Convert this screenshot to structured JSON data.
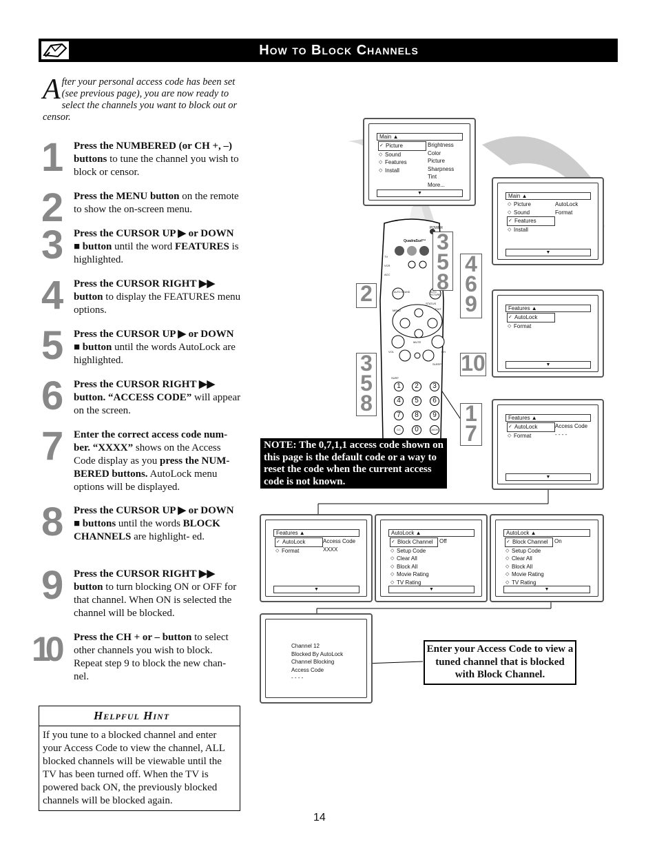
{
  "header": {
    "title": "How to Block Channels"
  },
  "intro": {
    "cap": "A",
    "text": "fter your personal access code has been set (see previous page), you are now ready to select the channels you want to block out or censor."
  },
  "steps": [
    {
      "num": "1",
      "html": "<b>Press the NUMBERED (or CH +, –) buttons</b> to tune the channel you wish to block or censor."
    },
    {
      "num": "2",
      "html": "<b>Press the MENU button</b> on the remote to show the on-screen menu."
    },
    {
      "num": "3",
      "html": "<b>Press the CURSOR UP ▶ or DOWN ■ button</b> until the word <b>FEATURES</b> is highlighted."
    },
    {
      "num": "4",
      "html": "<b>Press the CURSOR RIGHT ▶▶ button</b> to display the FEATURES menu options."
    },
    {
      "num": "5",
      "html": "<b>Press the CURSOR UP ▶ or DOWN ■ button</b> until the words AutoLock are highlighted."
    },
    {
      "num": "6",
      "html": "<b>Press the CURSOR RIGHT ▶▶ button. “ACCESS CODE”</b> will appear on the screen."
    },
    {
      "num": "7",
      "html": "<b>Enter the correct access code num- ber. “XXXX”</b> shows on the Access Code display as you <b>press the NUM- BERED buttons.</b> AutoLock menu options will be displayed."
    },
    {
      "num": "8",
      "html": "<b>Press the CURSOR UP ▶ or DOWN ■ buttons</b> until the words <b>BLOCK CHANNELS</b> are highlight- ed."
    },
    {
      "num": "9",
      "html": "<b>Press the CURSOR RIGHT ▶▶ button</b> to turn blocking ON or OFF for that channel. When ON is selected the channel will be blocked."
    },
    {
      "num": "10",
      "html": "<b>Press the CH + or – button</b> to select other channels you wish to block. Repeat step 9 to block the new chan- nel."
    }
  ],
  "hint": {
    "title": "Helpful Hint",
    "text": "If you tune to a blocked channel and enter your Access Code to view the channel, ALL blocked channels will be viewable until the TV has been turned off. When the TV is powered back ON, the previously blocked channels will be blocked again."
  },
  "page_number": "14",
  "note": "NOTE: The 0,7,1,1 access code shown on this page is the default code or a way to reset the code when the current access code is not known.",
  "callout": "Enter your Access Code to view a tuned channel that is blocked with Block Channel.",
  "screens": {
    "s1": {
      "head": "Main",
      "items": [
        "Picture",
        "Sound",
        "Features",
        "Install"
      ],
      "sel": 0,
      "col2": [
        "Brightness",
        "Color",
        "Picture",
        "Sharpness",
        "Tint",
        "More..."
      ]
    },
    "s2": {
      "head": "Main",
      "items": [
        "Picture",
        "Sound",
        "Features",
        "Install"
      ],
      "sel": 2,
      "col2": [
        "AutoLock",
        "Format"
      ]
    },
    "s3": {
      "head": "Features",
      "items": [
        "AutoLock",
        "Format"
      ],
      "sel": 0,
      "col2": []
    },
    "s4": {
      "head": "Features",
      "items": [
        "AutoLock",
        "Format"
      ],
      "sel": 0,
      "col2": [
        "Access Code",
        "- - - -"
      ]
    },
    "s5": {
      "head": "Features",
      "items": [
        "AutoLock",
        "Format"
      ],
      "sel": 0,
      "col2": [
        "Access Code",
        "XXXX"
      ]
    },
    "s6": {
      "head": "AutoLock",
      "items": [
        "Block Channel",
        "Setup Code",
        "Clear All",
        "Block All",
        "Movie Rating",
        "TV Rating"
      ],
      "sel": 0,
      "col2": [
        "Off"
      ]
    },
    "s7": {
      "head": "AutoLock",
      "items": [
        "Block Channel",
        "Setup Code",
        "Clear All",
        "Block All",
        "Movie Rating",
        "TV Rating"
      ],
      "sel": 0,
      "col2": [
        "On"
      ]
    },
    "s8": {
      "lines": [
        "Channel 12",
        "Blocked By AutoLock",
        "Channel Blocking",
        "Access Code",
        "- - - -"
      ]
    }
  },
  "remote": {
    "power": "POWER",
    "brand": "QuadraSurf™",
    "tv": "TV",
    "vcr": "VCR",
    "acc": "ACC",
    "autosound": "AUTO SOUND",
    "autopicture": "AUTO PICTURE",
    "menu": "MENU",
    "exit": "EXIT",
    "status": "STATUS",
    "vol": "VOL",
    "ch": "CH",
    "mute": "MUTE",
    "surf": "SURF",
    "sleep": "SLEEP",
    "keys": [
      "1",
      "2",
      "3",
      "4",
      "5",
      "6",
      "7",
      "8",
      "9",
      "CC",
      "0",
      "A/CH"
    ]
  },
  "bignums": {
    "a": "3\n5\n8",
    "b": "4\n6\n9",
    "c": "2",
    "d": "3\n5\n8",
    "e": "10",
    "f": "1\n7"
  }
}
